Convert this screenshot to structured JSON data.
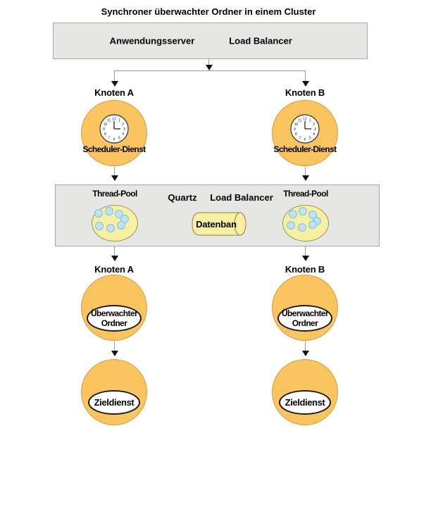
{
  "title": "Synchroner überwachter Ordner in einem Cluster",
  "top_box": {
    "app_server_label": "Anwendungsserver",
    "load_balancer_label": "Load Balancer"
  },
  "middle_band": {
    "thread_pool_left_label": "Thread-Pool",
    "thread_pool_right_label": "Thread-Pool",
    "quartz_label": "Quartz",
    "load_balancer_label": "Load Balancer",
    "database_label": "Datenban"
  },
  "left_column": {
    "node_label_top": "Knoten A",
    "scheduler_label": "Scheduler-Dienst",
    "node_label_mid": "Knoten A",
    "watched_folder_line1": "Überwachter",
    "watched_folder_line2": "Ordner",
    "target_service_label": "Zieldienst"
  },
  "right_column": {
    "node_label_top": "Knoten B",
    "scheduler_label": "Scheduler-Dienst",
    "node_label_mid": "Knoten B",
    "watched_folder_line1": "Überwachter",
    "watched_folder_line2": "Ordner",
    "target_service_label": "Zieldienst"
  },
  "colors": {
    "node_fill": "#FAC45E",
    "panel_fill": "#E6E6E4",
    "pool_fill": "#F6F0A0",
    "pool_dot_fill": "#BEE3F2",
    "database_fill": "#F6F0A0",
    "line_color": "#9A9A9A"
  }
}
